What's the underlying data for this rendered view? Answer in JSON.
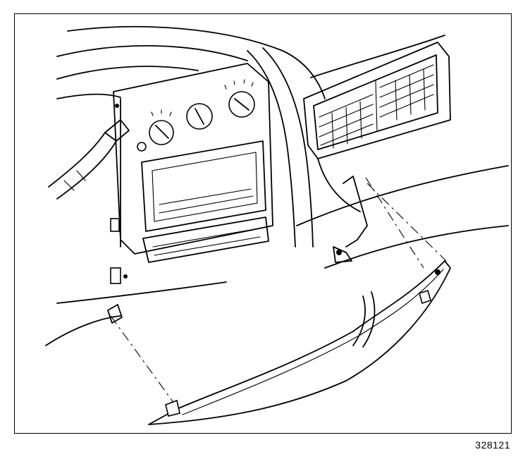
{
  "figure": {
    "number": "328121"
  },
  "colors": {
    "ink": "#000000",
    "paper": "#ffffff"
  },
  "icons": [
    "radio-opening-illustration",
    "ac-vent-illustration",
    "trim-panel-illustration"
  ]
}
